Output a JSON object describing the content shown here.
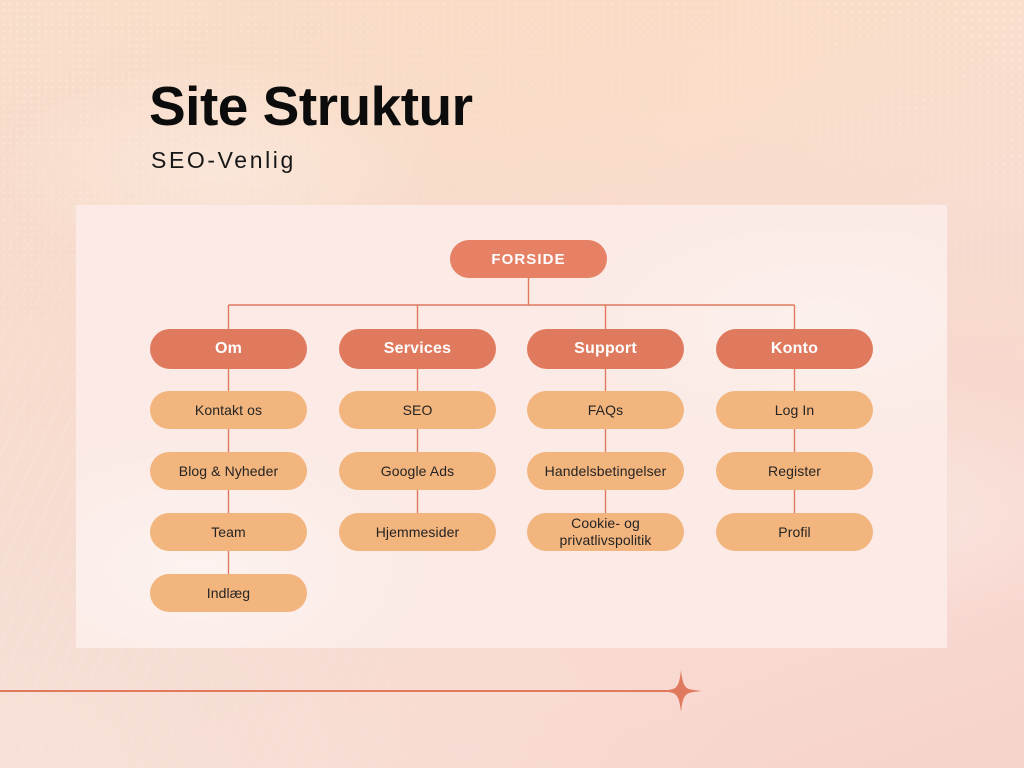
{
  "header": {
    "title": "Site Struktur",
    "subtitle": "SEO-Venlig"
  },
  "colors": {
    "root_node": "#e78166",
    "level2_node": "#e07a5f",
    "level3_node": "#f3b57e",
    "connector": "#e07a5f",
    "card_background": "#fbeae5",
    "page_background": "#f8dccb",
    "title_text": "#0c0c0c",
    "node_light_text": "#ffffff",
    "node_dark_text": "#242424"
  },
  "diagram": {
    "type": "tree",
    "root": {
      "label": "FORSIDE"
    },
    "columns": [
      {
        "heading": "Om",
        "children": [
          {
            "label": "Kontakt os"
          },
          {
            "label": "Blog & Nyheder"
          },
          {
            "label": "Team"
          },
          {
            "label": "Indlæg"
          }
        ]
      },
      {
        "heading": "Services",
        "children": [
          {
            "label": "SEO"
          },
          {
            "label": "Google Ads"
          },
          {
            "label": "Hjemmesider"
          }
        ]
      },
      {
        "heading": "Support",
        "children": [
          {
            "label": "FAQs"
          },
          {
            "label": "Handelsbetingelser"
          },
          {
            "label": "Cookie- og",
            "label2": "privatlivspolitik"
          }
        ]
      },
      {
        "heading": "Konto",
        "children": [
          {
            "label": "Log In"
          },
          {
            "label": "Register"
          },
          {
            "label": "Profil"
          }
        ]
      }
    ]
  },
  "decoration": {
    "sparkle": "sparkle-icon",
    "rule": "horizontal-rule"
  }
}
